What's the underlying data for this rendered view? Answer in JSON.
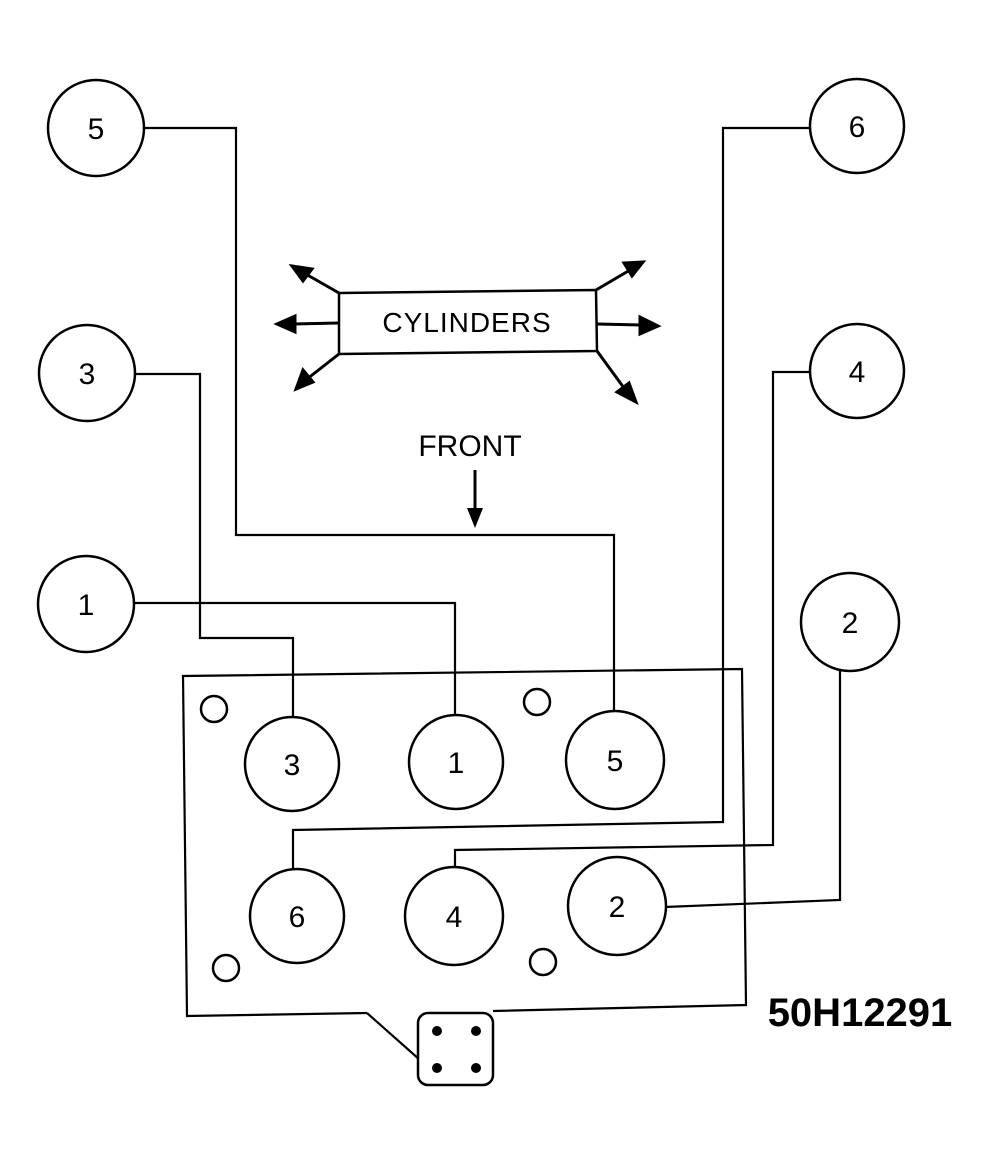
{
  "diagram": {
    "coil_numbers": [
      "5",
      "6",
      "3",
      "4",
      "1",
      "2"
    ],
    "cylinder_numbers": [
      "3",
      "1",
      "5",
      "6",
      "4",
      "2"
    ],
    "cylinders_label": "CYLINDERS",
    "front_label": "FRONT",
    "part_code": "50H12291"
  },
  "colors": {
    "line": "#000000",
    "background": "#ffffff"
  }
}
